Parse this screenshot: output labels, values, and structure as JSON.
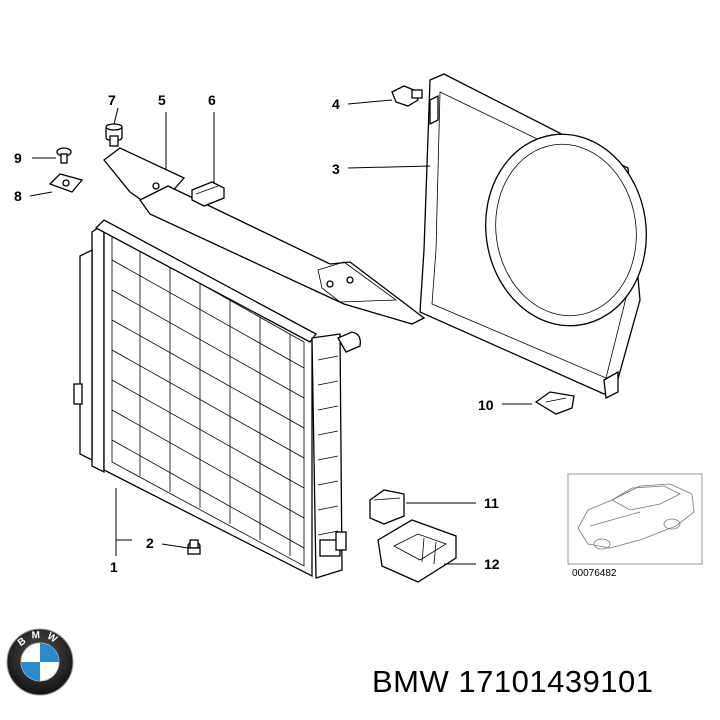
{
  "callouts": [
    {
      "id": "1",
      "label": "1"
    },
    {
      "id": "2",
      "label": "2"
    },
    {
      "id": "3",
      "label": "3"
    },
    {
      "id": "4",
      "label": "4"
    },
    {
      "id": "5",
      "label": "5"
    },
    {
      "id": "6",
      "label": "6"
    },
    {
      "id": "7",
      "label": "7"
    },
    {
      "id": "8",
      "label": "8"
    },
    {
      "id": "9",
      "label": "9"
    },
    {
      "id": "10",
      "label": "10"
    },
    {
      "id": "11",
      "label": "11"
    },
    {
      "id": "12",
      "label": "12"
    }
  ],
  "thumbnail": {
    "reference": "00076482",
    "icon": "car-outline-icon"
  },
  "caption": "BMW 17101439101",
  "logo": {
    "icon": "bmw-roundel-icon",
    "text": "BMW"
  },
  "colors": {
    "line": "#000000",
    "background": "#ffffff",
    "logo_blue": "#2a8bd0"
  }
}
